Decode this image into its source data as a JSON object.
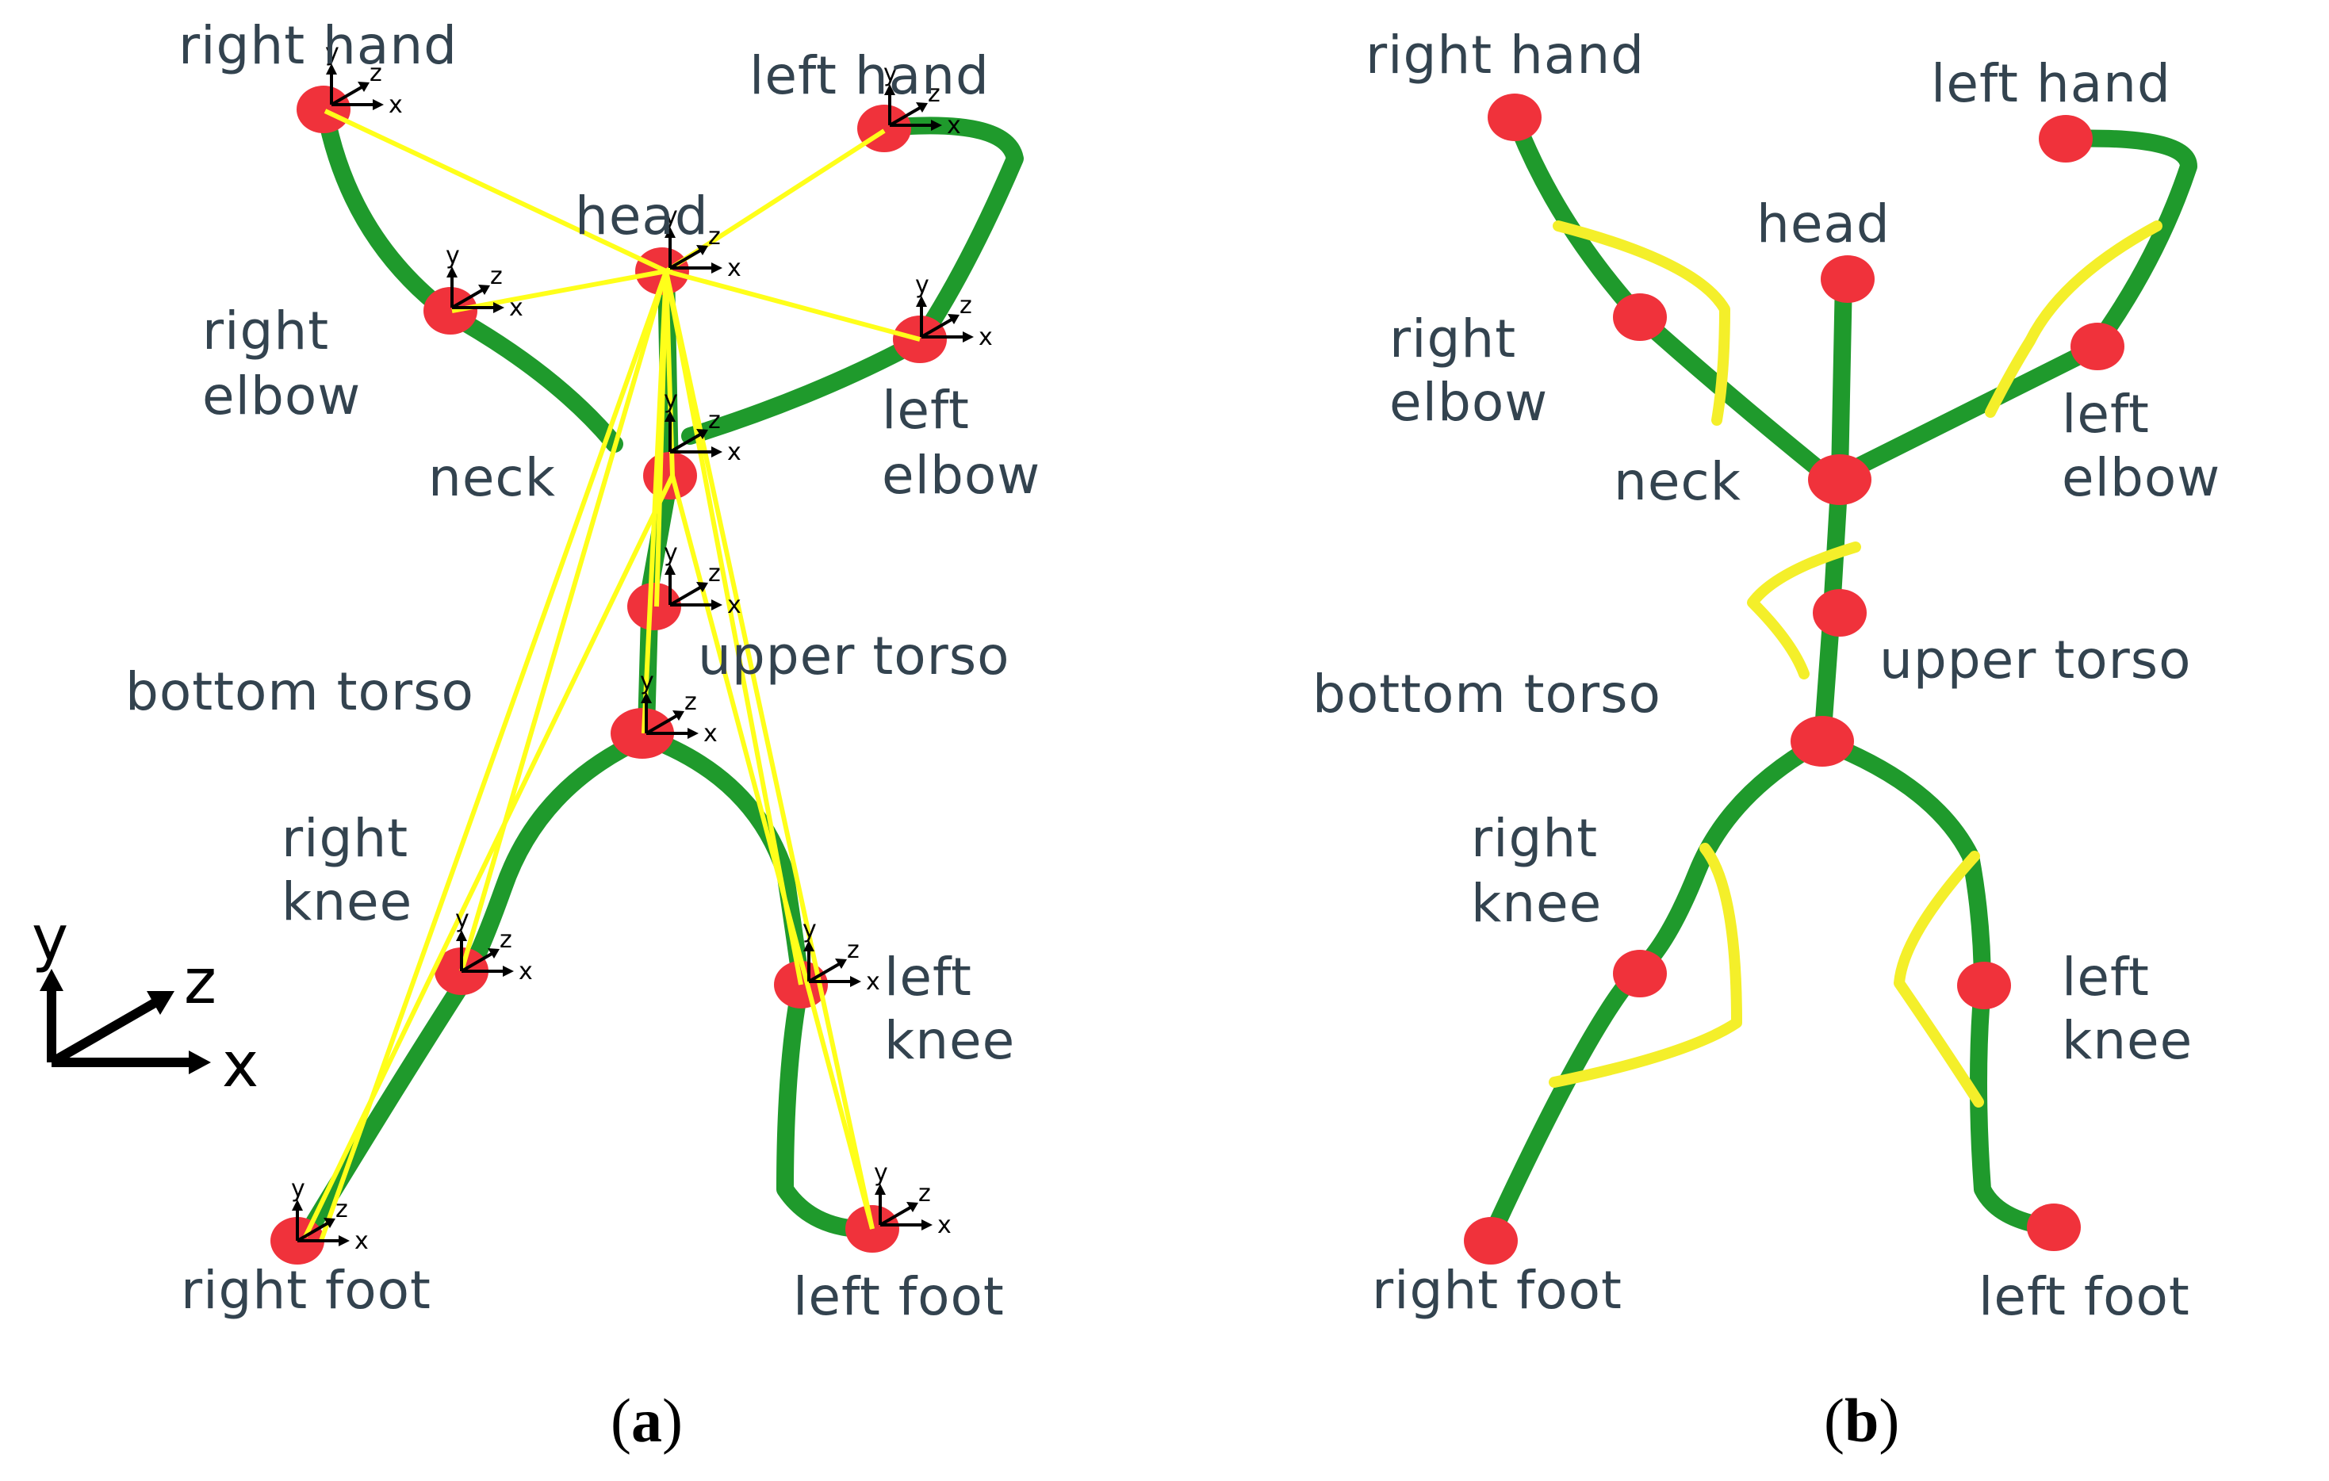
{
  "panels": [
    {
      "id": "a",
      "caption_open": "(",
      "caption_letter": "a",
      "caption_close": ")",
      "labels": {
        "right_hand": "right hand",
        "left_hand": "left hand",
        "head": "head",
        "right_elbow_1": "right",
        "right_elbow_2": "elbow",
        "left_elbow_1": "left",
        "left_elbow_2": "elbow",
        "neck": "neck",
        "upper_torso": "upper torso",
        "bottom_torso": "bottom torso",
        "right_knee_1": "right",
        "right_knee_2": "knee",
        "left_knee_1": "left",
        "left_knee_2": "knee",
        "right_foot": "right foot",
        "left_foot": "left foot"
      }
    },
    {
      "id": "b",
      "caption_open": "(",
      "caption_letter": "b",
      "caption_close": ")",
      "labels": {
        "right_hand": "right hand",
        "left_hand": "left hand",
        "head": "head",
        "right_elbow_1": "right",
        "right_elbow_2": "elbow",
        "left_elbow_1": "left",
        "left_elbow_2": "elbow",
        "neck": "neck",
        "upper_torso": "upper torso",
        "bottom_torso": "bottom torso",
        "right_knee_1": "right",
        "right_knee_2": "knee",
        "left_knee_1": "left",
        "left_knee_2": "knee",
        "right_foot": "right foot",
        "left_foot": "left foot"
      }
    }
  ],
  "axes": {
    "x": "x",
    "y": "y",
    "z": "z"
  },
  "colors": {
    "bone": "#1f9a2c",
    "joint": "#f0323b",
    "connector": "#ffff1a",
    "label": "#33434f"
  }
}
